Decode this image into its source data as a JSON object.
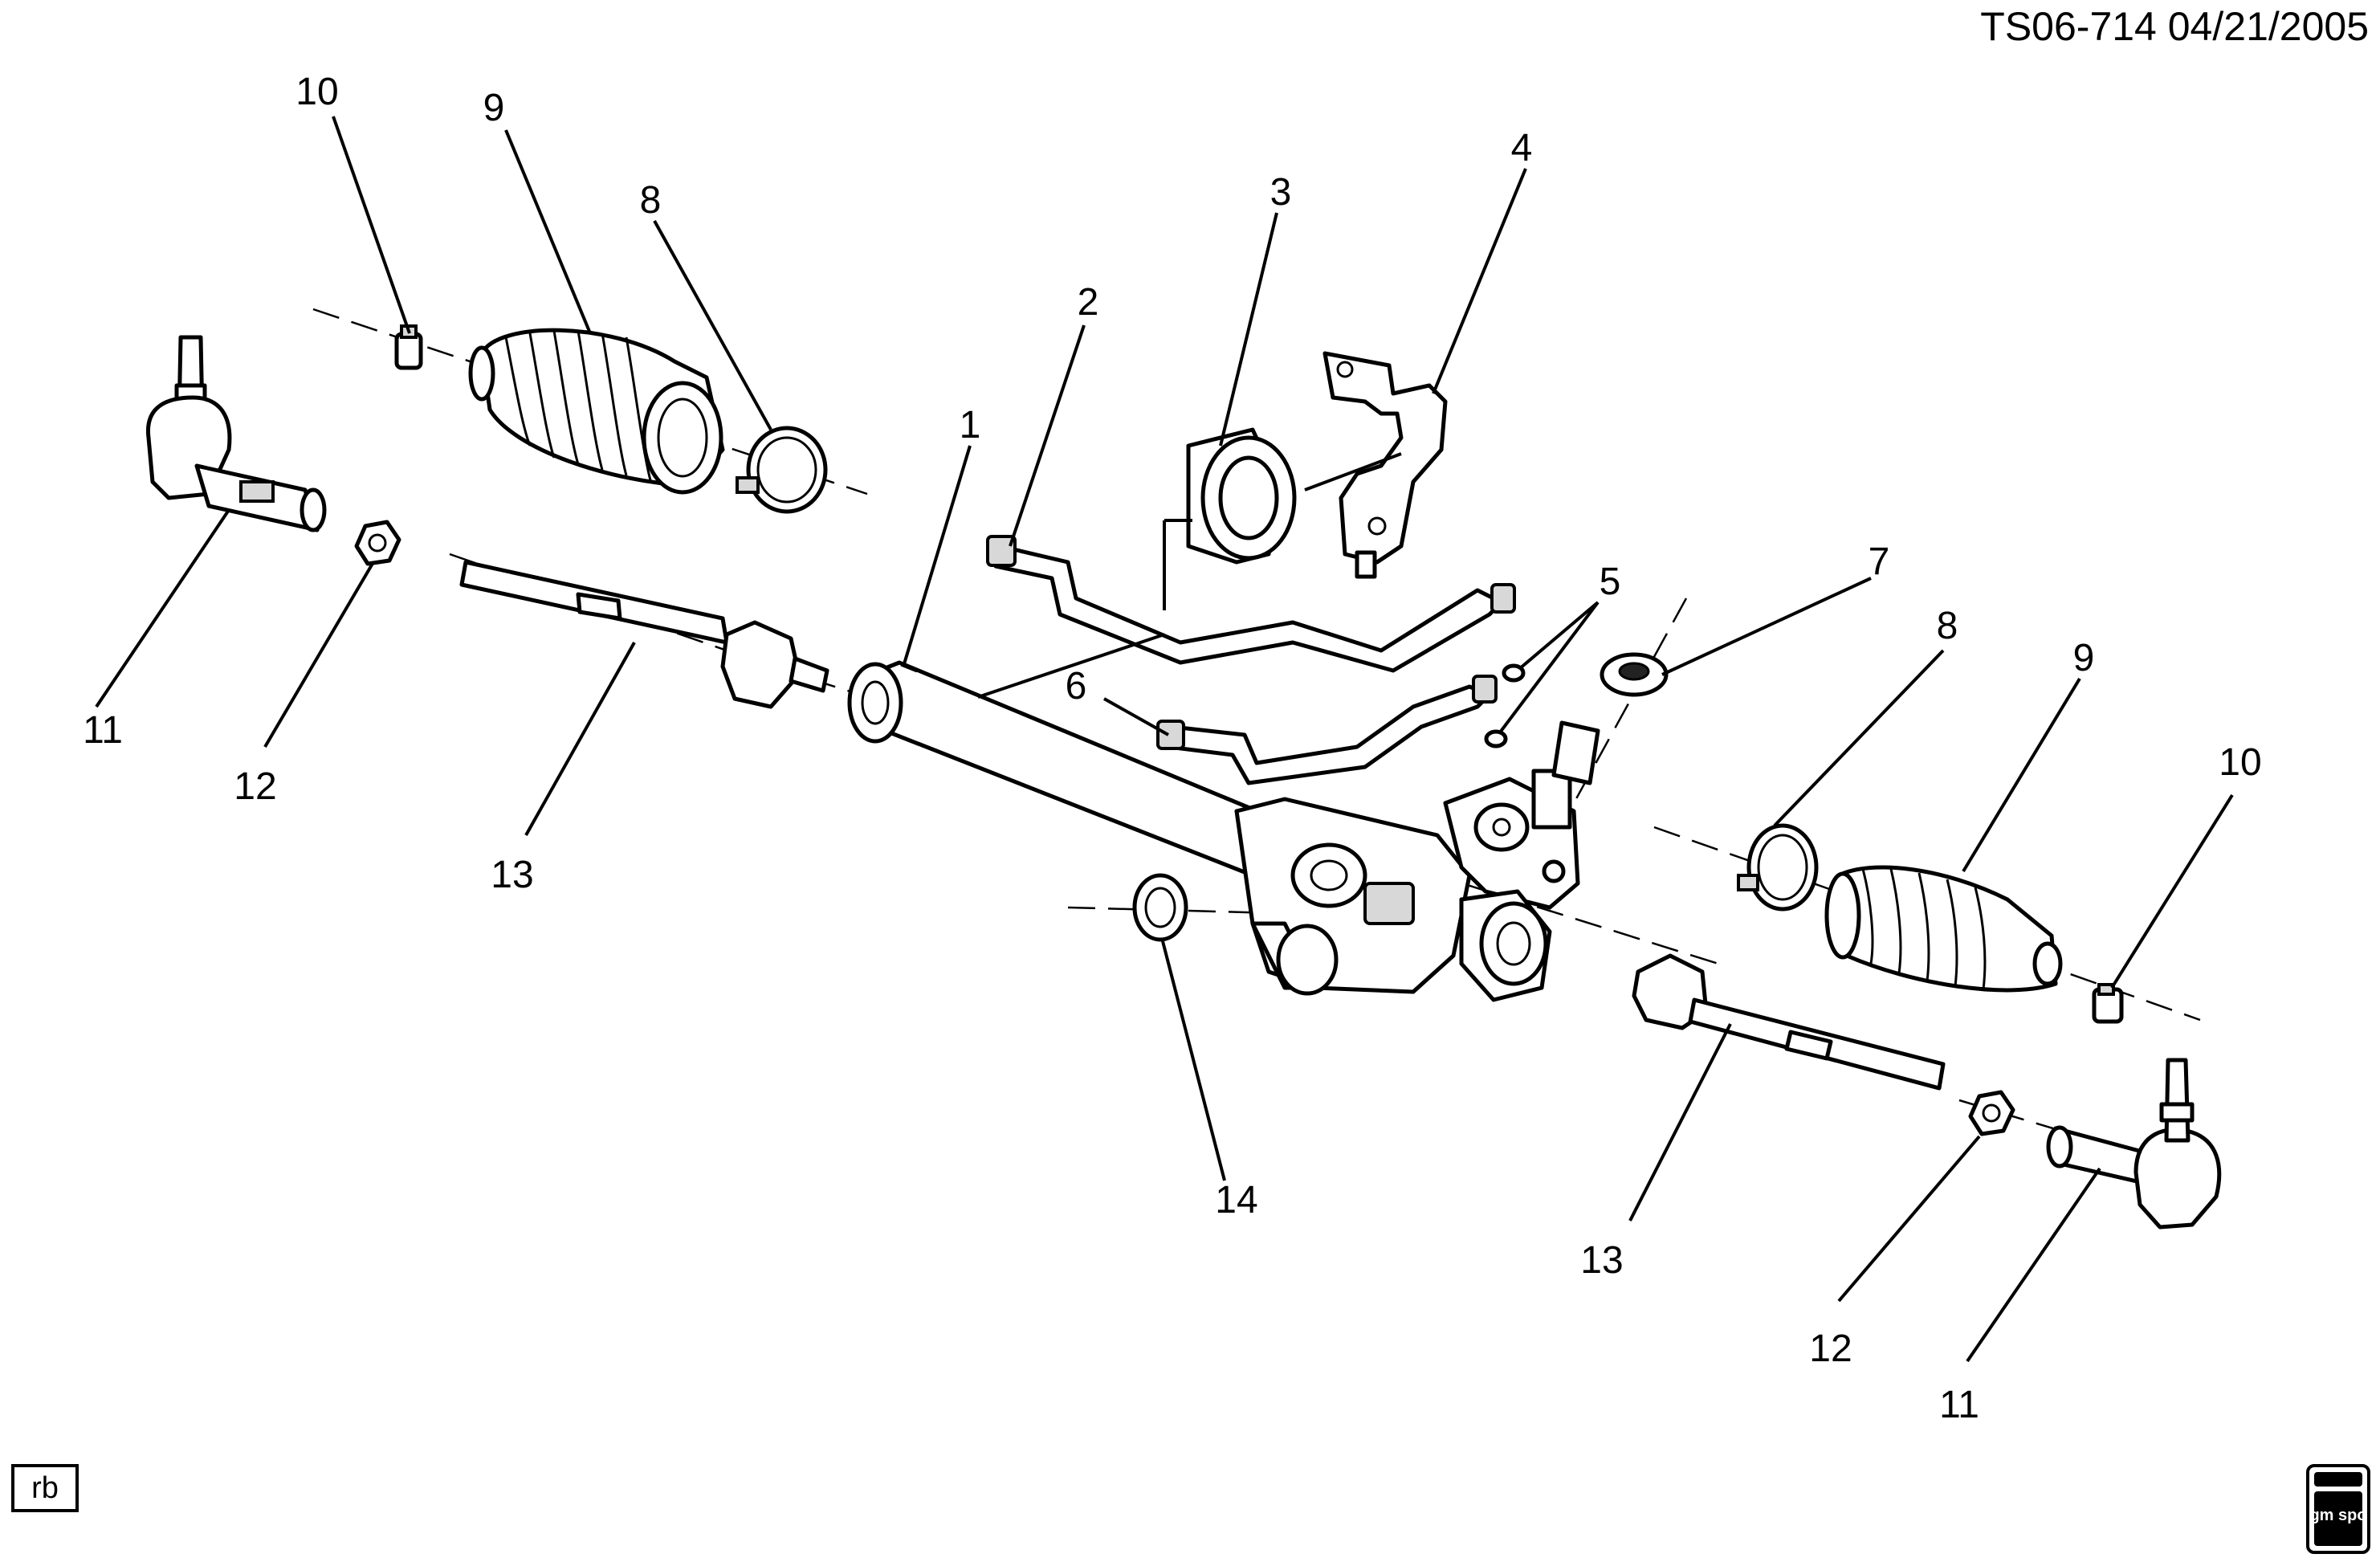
{
  "header": {
    "code_date": "TS06-714  04/21/2005"
  },
  "footer": {
    "initials": "rb",
    "logo_text": "gm spo"
  },
  "callouts": {
    "c1": "1",
    "c2": "2",
    "c3": "3",
    "c4": "4",
    "c5": "5",
    "c6": "6",
    "c7": "7",
    "c8_left": "8",
    "c8_right": "8",
    "c9_left": "9",
    "c9_right": "9",
    "c10_left": "10",
    "c10_right": "10",
    "c11_left": "11",
    "c11_right": "11",
    "c12_left": "12",
    "c12_right": "12",
    "c13_left": "13",
    "c13_right": "13",
    "c14": "14"
  },
  "parts": [
    "steering-gear-rack-housing",
    "hose-pressure",
    "insulator",
    "bracket",
    "o-ring-seals",
    "hose-return",
    "seal",
    "clamp-outer",
    "boot",
    "clamp-inner",
    "tie-rod-end-outer",
    "nut-jam",
    "tie-rod-inner",
    "seal-ring"
  ]
}
